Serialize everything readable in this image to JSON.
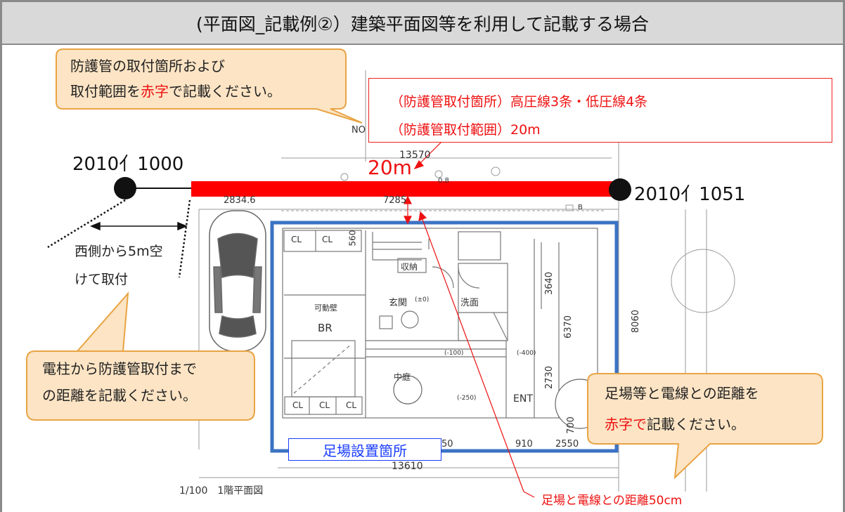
{
  "header": {
    "title": "(平面図_記載例②）建築平面図等を利用して記載する場合"
  },
  "callouts": {
    "top_left": {
      "line1": "防護管の取付箇所および",
      "line2_pre": "取付範囲を",
      "line2_red": "赤字",
      "line2_post": "で記載ください。"
    },
    "bottom_left": {
      "line1": "電柱から防護管取付まで",
      "line2": "の距離を記載ください。"
    },
    "bottom_right": {
      "line1": "足場等と電線との距離を",
      "line2_red": "赤字で",
      "line2_post": "記載ください。"
    }
  },
  "red_box": {
    "line1": "（防護管取付箇所）高圧線3条・低圧線4条",
    "line2": "（防護管取付範囲）20m"
  },
  "poles": {
    "left": "2010亻1000",
    "right": "2010亻1051"
  },
  "labels": {
    "range": "20m",
    "west_line1": "西側から5m空",
    "west_line2": "けて取付",
    "scaffold": "足場設置箇所",
    "distance": "足場と電線との距離50cm",
    "scale": "1/100　1階平面図"
  },
  "plan_text": {
    "north": "NO",
    "dim_top": "13570",
    "dim_a": "2834.6",
    "dim_b": "7285",
    "dim_bottom": "13610",
    "dim_3640": "3640",
    "dim_6370": "6370",
    "dim_8060": "8060",
    "dim_2730": "2730",
    "dim_700": "700",
    "dim_910": "910",
    "dim_2550": "2550",
    "dim_560": "560",
    "dim_50": "50",
    "cl": "CL",
    "storage": "収納",
    "entrance": "玄関",
    "entrance_level": "(±0)",
    "wash": "洗面",
    "movable_wall": "可動壁",
    "br": "BR",
    "courtyard": "中庭",
    "ent": "ENT",
    "lv100": "(-100)",
    "lv400": "(-400)",
    "lv250": "(-250)",
    "zero": "0.8",
    "b": "B"
  },
  "colors": {
    "red": "#ee1111",
    "blue_box": "#3b73c4",
    "callout_fill": "#fce4c4",
    "callout_border": "#e8a444",
    "header_bg": "#d9d9d9"
  }
}
